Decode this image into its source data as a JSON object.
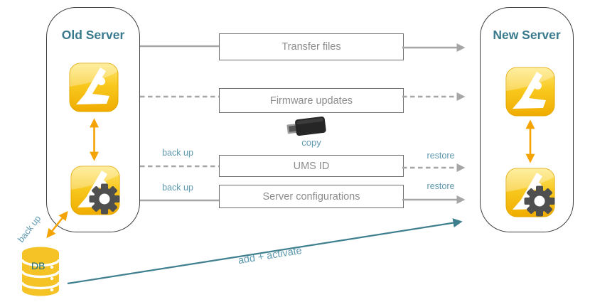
{
  "old_server": {
    "title": "Old Server"
  },
  "new_server": {
    "title": "New Server"
  },
  "steps": [
    {
      "label": "Transfer files",
      "connector": "solid"
    },
    {
      "label": "Firmware updates",
      "connector": "dashed"
    },
    {
      "label": "UMS ID",
      "connector": "dashed",
      "left_label": "back up",
      "right_label": "restore"
    },
    {
      "label": "Server configurations",
      "connector": "solid",
      "left_label": "back up",
      "right_label": "restore"
    }
  ],
  "usb": {
    "caption": "copy"
  },
  "db": {
    "label": "DB",
    "action_label": "back up"
  },
  "migration_arrow": {
    "label": "add + activate"
  },
  "icons": {
    "server_app": "ums-app-icon",
    "server_config": "ums-config-gear-icon",
    "usb": "usb-stick-icon",
    "database": "database-icon",
    "sync": "double-arrow-icon"
  },
  "colors": {
    "heading": "#3A7A8D",
    "small_label": "#5E99B0",
    "migration_teal": "#3F7F8E",
    "connector_gray": "#A6A6A6",
    "box_border": "#6E6E6E",
    "box_text": "#8C8C8C",
    "arrow_orange": "#F5A300",
    "icon_yellow": "#F6BD0F",
    "gear_gray": "#4F4F4F",
    "db_yellow": "#F6C327"
  }
}
